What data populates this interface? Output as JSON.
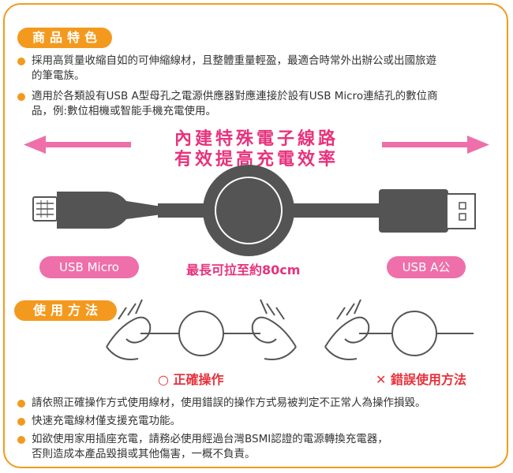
{
  "features": {
    "title": "商品特色",
    "bullets": [
      {
        "line1": "採用高質量收縮自如的可伸縮線材，且整體重量輕盈，最適合時常外出辦公或出國旅遊",
        "line2": "的筆電族。"
      },
      {
        "line1": "適用於各類設有USB A型母孔之電源供應器對應連接於設有USB Micro連結孔的數位商",
        "line2": "品，例:數位相機或智能手機充電使用。"
      }
    ],
    "headline1": "內建特殊電子線路",
    "headline2": "有效提高充電效率",
    "label_micro": "USB Micro",
    "label_length": "最長可拉至約80cm",
    "label_usba": "USB A公"
  },
  "usage": {
    "title": "使用方法",
    "correct_mark": "○",
    "correct_label": "正確操作",
    "wrong_mark": "✕",
    "wrong_label": "錯誤使用方法",
    "notes": [
      {
        "line1": "請依照正確操作方式使用線材，使用錯誤的操作方式易被判定不正常人為操作損毀。",
        "line2": ""
      },
      {
        "line1": "快速充電線材僅支援充電功能。",
        "line2": ""
      },
      {
        "line1": "如欲使用家用插座充電，請務必使用經過台灣BSMI認證的電源轉換充電器，",
        "line2": "否則造成本產品毀損或其他傷害，一概不負責。"
      }
    ]
  },
  "colors": {
    "orange": "#f39a1e",
    "pink": "#e8327c",
    "pill_pink": "#ee6fa9",
    "cable": "#545454",
    "red": "#e8323c"
  }
}
